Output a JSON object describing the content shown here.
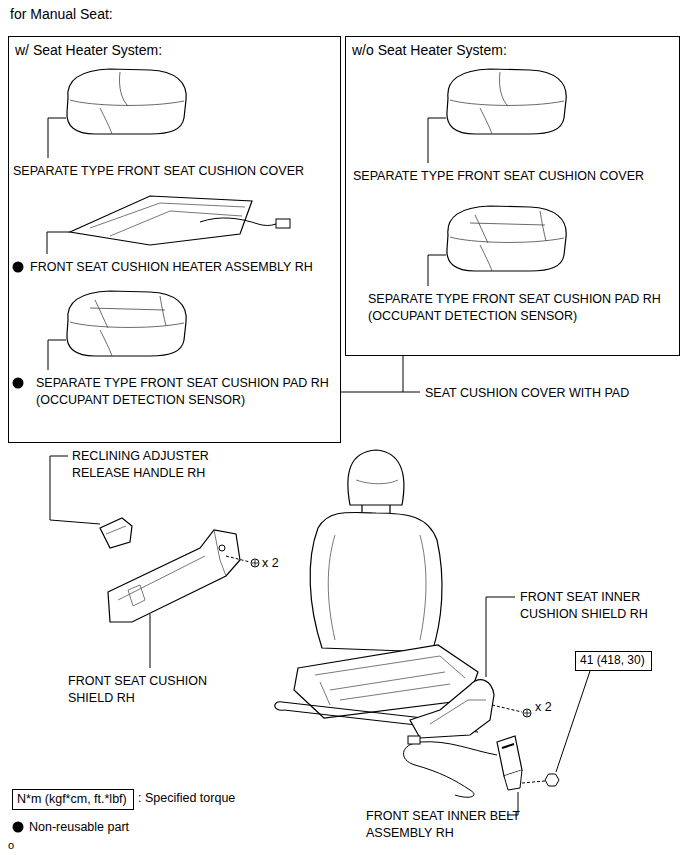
{
  "diagram": {
    "title": "for Manual Seat:",
    "nodes": [
      {
        "text": [
          "w/ Seat Heater System:"
        ]
      },
      {
        "text": [
          "w/o Seat Heater System:"
        ]
      },
      {
        "text": [
          "41 (418, 30)"
        ]
      },
      {
        "text": [
          "N*m (kgf*cm, ft.*lbf)"
        ]
      }
    ],
    "labels": [
      "SEPARATE TYPE FRONT SEAT CUSHION COVER",
      "SEPARATE TYPE FRONT SEAT CUSHION COVER",
      "FRONT SEAT CUSHION HEATER ASSEMBLY RH",
      "SEPARATE TYPE FRONT SEAT CUSHION PAD RH (OCCUPANT DETECTION SENSOR)",
      "SEPARATE TYPE FRONT SEAT CUSHION PAD RH (OCCUPANT DETECTION SENSOR)",
      "SEAT CUSHION COVER WITH PAD",
      "RECLINING ADJUSTER RELEASE HANDLE RH",
      "x 2",
      "FRONT SEAT INNER CUSHION SHIELD RH",
      "FRONT SEAT CUSHION SHIELD RH",
      "x 2",
      "FRONT SEAT INNER BELT ASSEMBLY RH",
      ": Specified torque",
      "o"
    ],
    "legend": [
      {
        "text": "Non-reusable part"
      }
    ]
  }
}
